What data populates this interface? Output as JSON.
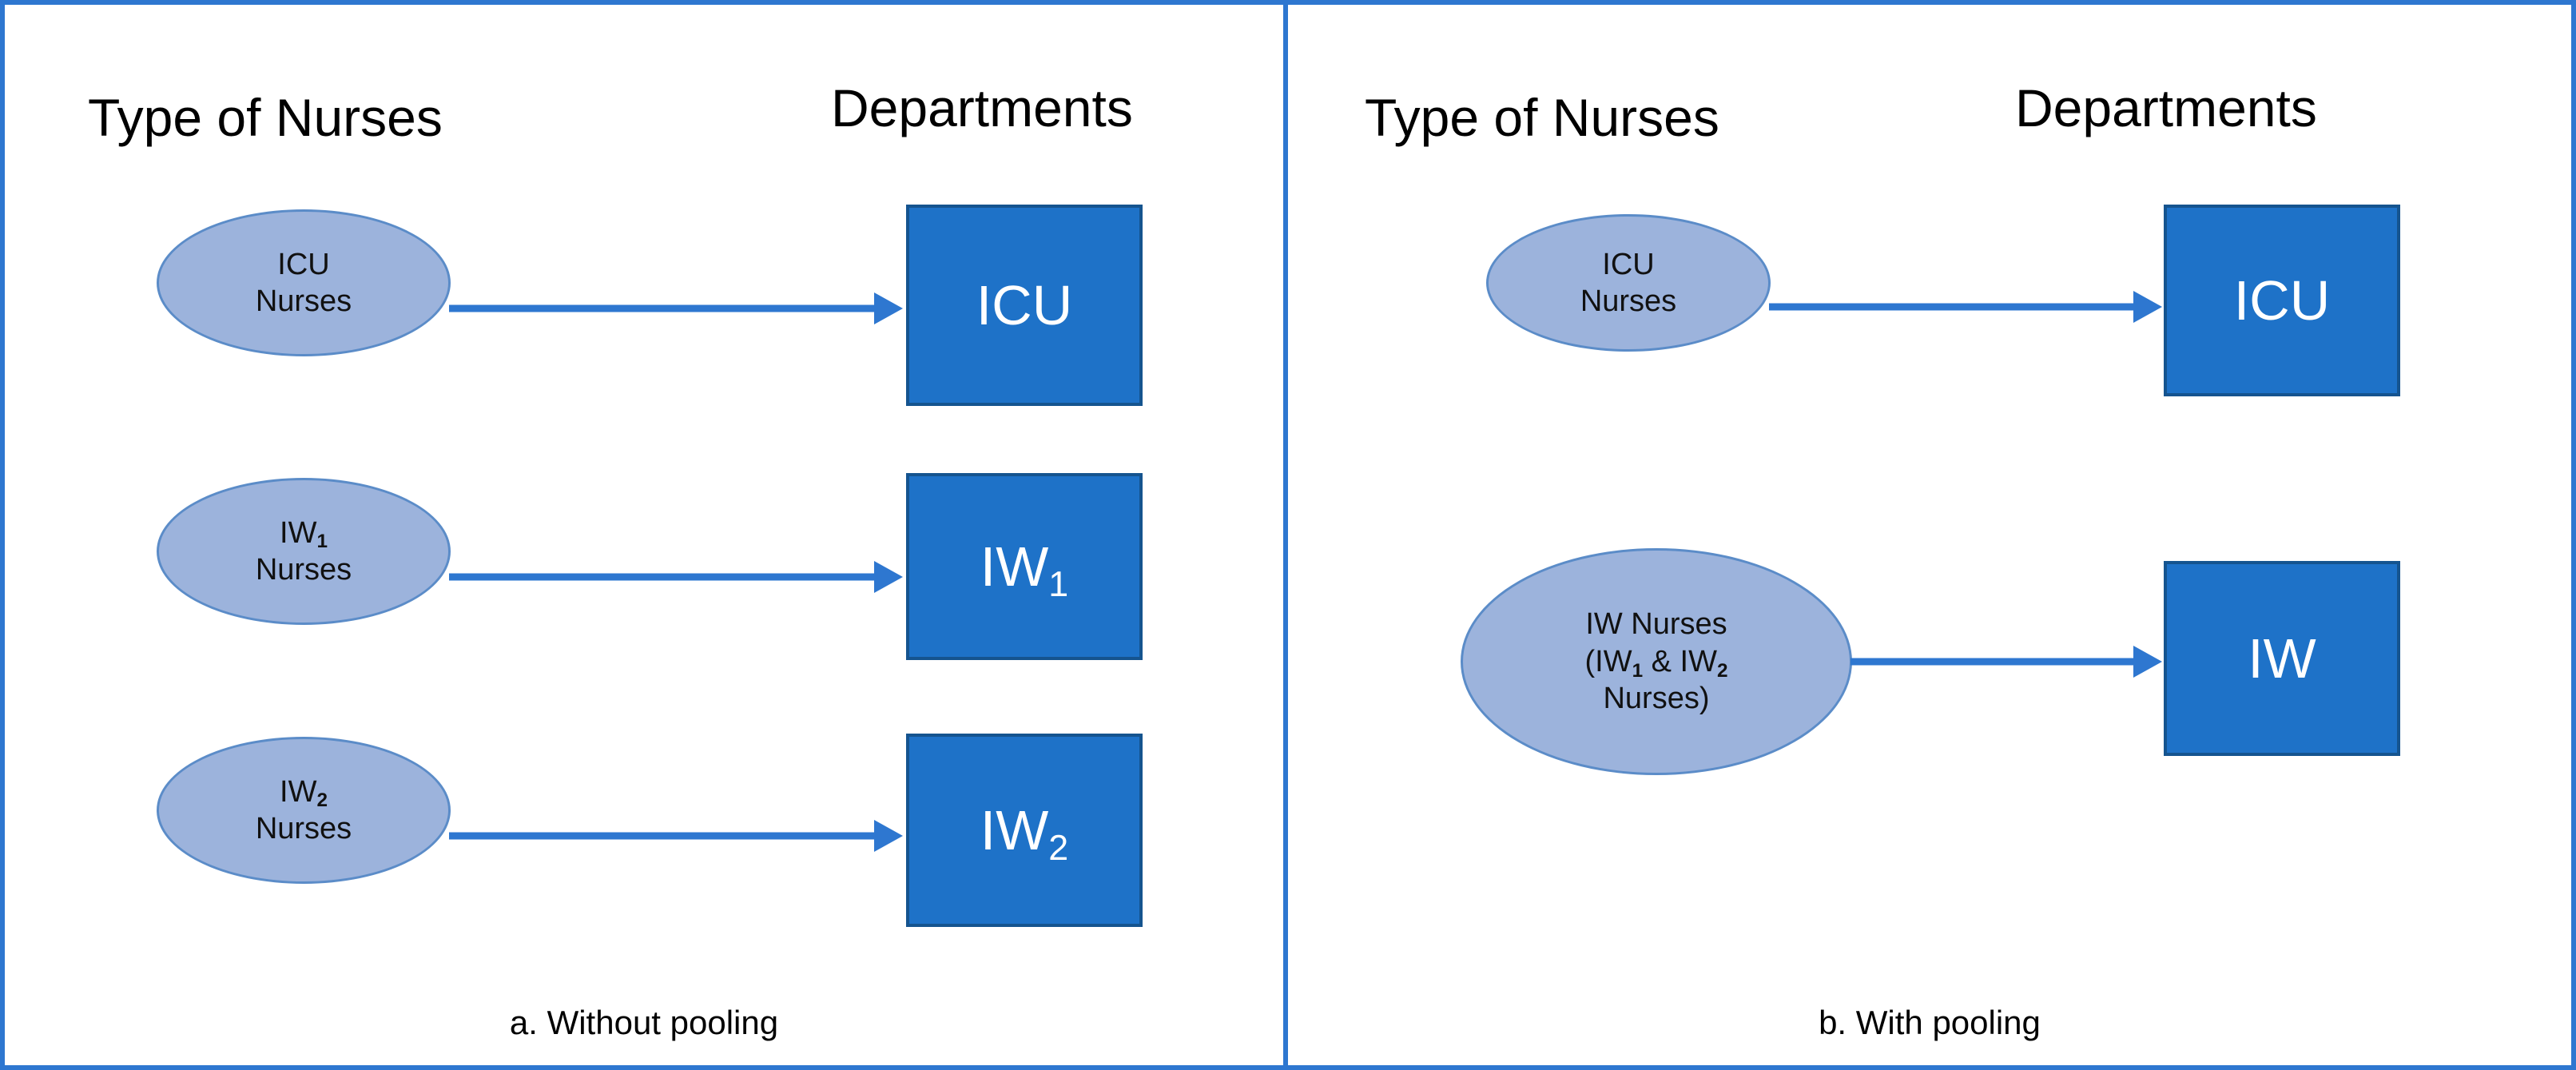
{
  "figure": {
    "border_color": "#2E77D0",
    "background": "#ffffff",
    "ellipse_fill": "#9CB3DC",
    "ellipse_stroke": "#5B8CC8",
    "box_fill": "#1E72C8",
    "box_stroke": "#15548F",
    "arrow_color": "#2E77D0",
    "text_color": "#000000",
    "box_text_color": "#ffffff"
  },
  "panel_a": {
    "caption": "a. Without pooling",
    "headings": {
      "left": "Type of Nurses",
      "right": "Departments"
    },
    "nurses": [
      {
        "line1": "ICU",
        "line1_sub": "",
        "line2": "Nurses"
      },
      {
        "line1": "IW",
        "line1_sub": "1",
        "line2": "Nurses"
      },
      {
        "line1": "IW",
        "line1_sub": "2",
        "line2": "Nurses"
      }
    ],
    "departments": [
      {
        "label": "ICU",
        "sub": ""
      },
      {
        "label": "IW",
        "sub": "1"
      },
      {
        "label": "IW",
        "sub": "2"
      }
    ],
    "arrow_count": 3
  },
  "panel_b": {
    "caption": "b. With pooling",
    "headings": {
      "left": "Type of Nurses",
      "right": "Departments"
    },
    "nurses": [
      {
        "line1": "ICU",
        "line1_sub": "",
        "line2": "Nurses",
        "line3": "",
        "line3_sub": ""
      },
      {
        "line1": "IW Nurses",
        "line2_pre": "(IW",
        "line2_sub1": "1",
        "line2_mid": " & IW",
        "line2_sub2": "2",
        "line3": "Nurses)"
      }
    ],
    "departments": [
      {
        "label": "ICU",
        "sub": ""
      },
      {
        "label": "IW",
        "sub": ""
      }
    ],
    "arrow_count": 2
  }
}
